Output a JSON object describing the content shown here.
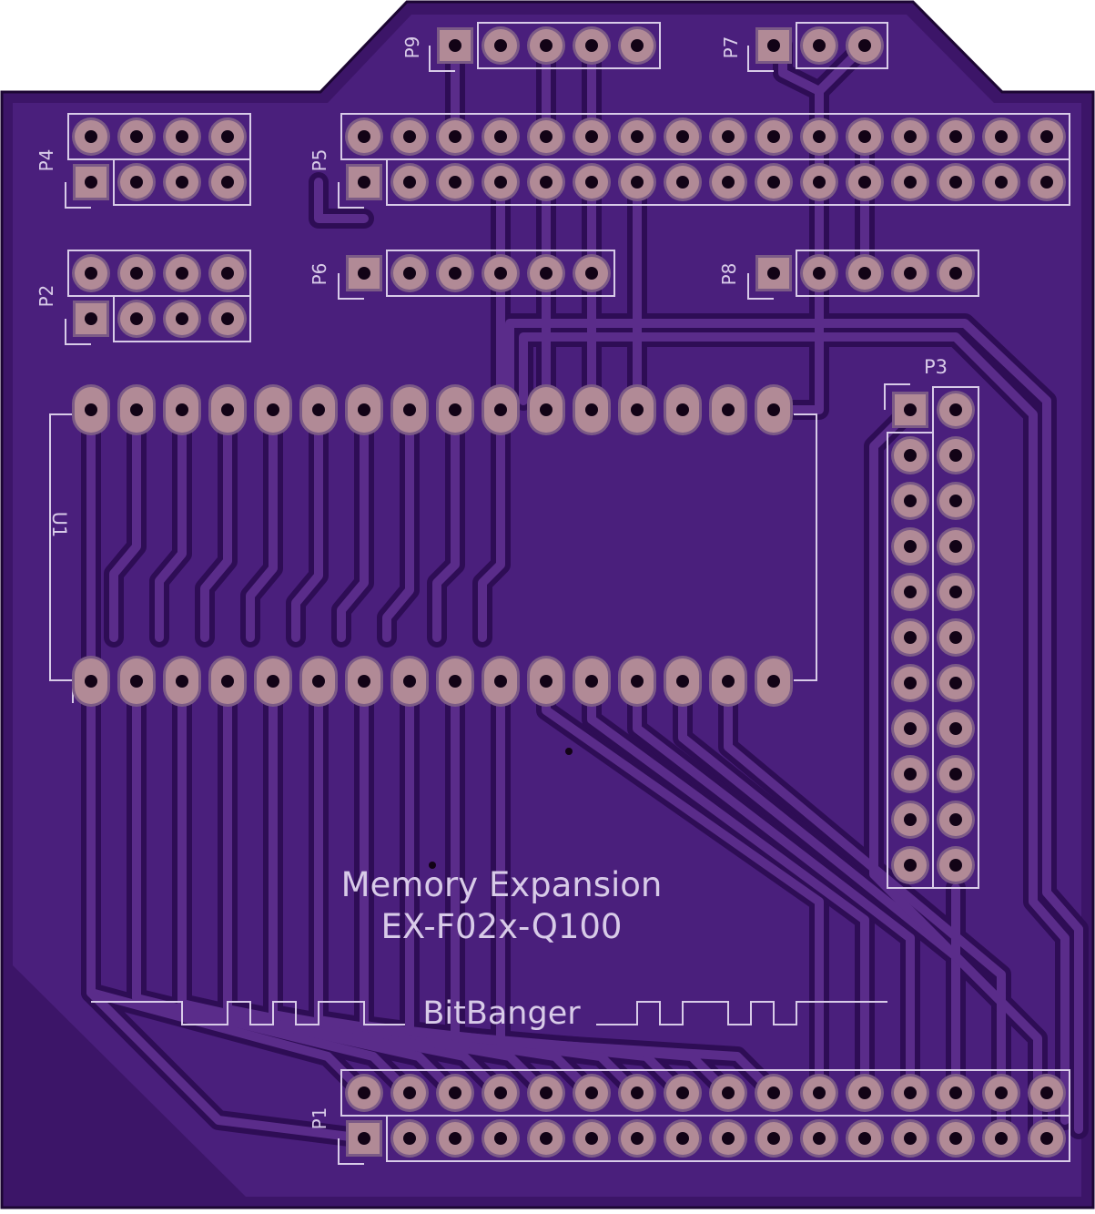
{
  "board": {
    "title_line1": "Memory Expansion",
    "title_line2": "EX-F02x-Q100",
    "brand": "BitBanger"
  },
  "colors": {
    "board": "#3c1568",
    "board_edge": "#1c0633",
    "copper": "#4a1f7c",
    "gap": "#2e0d55",
    "trace": "#5a2c8a",
    "pad": "#b18a96",
    "pad_ring": "#7b5a86",
    "drill": "#120316",
    "silk": "#d8cbe8"
  },
  "designators": {
    "p1": "P1",
    "p2": "P2",
    "p3": "P3",
    "p4": "P4",
    "p5": "P5",
    "p6": "P6",
    "p7": "P7",
    "p8": "P8",
    "p9": "P9",
    "u1": "U1"
  }
}
